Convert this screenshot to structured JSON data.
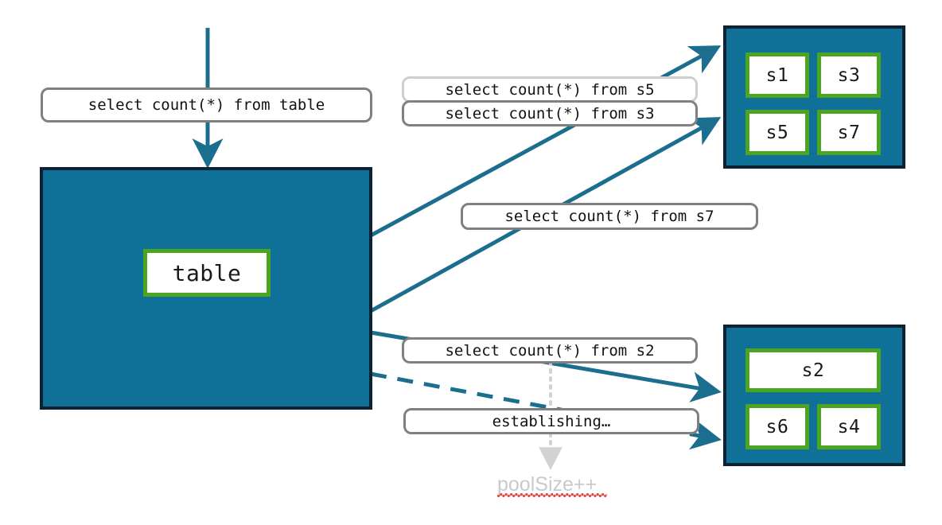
{
  "diagram": {
    "title": "connection pool growth diagram",
    "colors": {
      "pool_fill": "#0f7197",
      "pool_border": "#0d2233",
      "node_border": "#4ca521",
      "arrow": "#1b6e8e",
      "pill_border": "#808080",
      "pill_border_faded": "#cfcfcf",
      "note_text": "#c9c9c9",
      "spellcheck_underline": "#e8433f",
      "background": "#ffffff"
    }
  },
  "entry": {
    "query_label": "select count(*) from table"
  },
  "table_host": {
    "node_label": "table"
  },
  "pools": [
    {
      "id": "pool-top",
      "nodes": [
        {
          "label": "s1"
        },
        {
          "label": "s3"
        },
        {
          "label": "s5"
        },
        {
          "label": "s7"
        }
      ]
    },
    {
      "id": "pool-bottom",
      "nodes": [
        {
          "label": "s2"
        },
        {
          "label": "s6"
        },
        {
          "label": "s4"
        }
      ]
    }
  ],
  "query_pills": [
    {
      "id": "pill-s5",
      "label": "select count(*) from s5",
      "state": "faded"
    },
    {
      "id": "pill-s3",
      "label": "select count(*) from s3",
      "state": "normal"
    },
    {
      "id": "pill-s7",
      "label": "select count(*) from s7",
      "state": "normal"
    },
    {
      "id": "pill-s2",
      "label": "select count(*) from s2",
      "state": "normal"
    },
    {
      "id": "pill-establishing",
      "label": "establishing…",
      "state": "normal"
    }
  ],
  "annotations": {
    "pool_size": "poolSize++"
  }
}
